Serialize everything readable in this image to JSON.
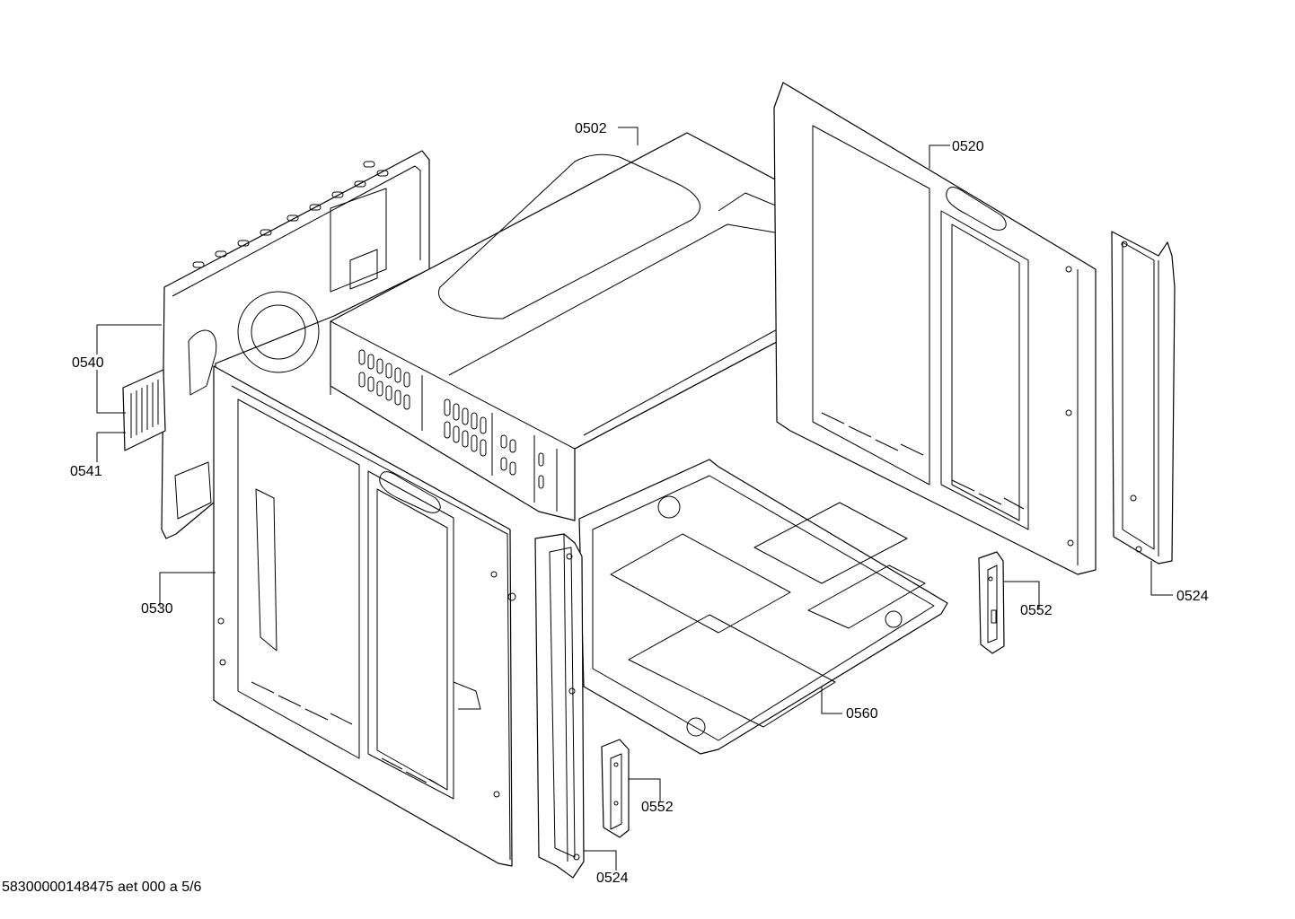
{
  "diagram": {
    "labels": {
      "l0502": "0502",
      "l0520": "0520",
      "l0524a": "0524",
      "l0524b": "0524",
      "l0530": "0530",
      "l0540": "0540",
      "l0541": "0541",
      "l0552a": "0552",
      "l0552b": "0552",
      "l0560": "0560"
    },
    "footer": "58300000148475 aet 000 a 5/6"
  }
}
